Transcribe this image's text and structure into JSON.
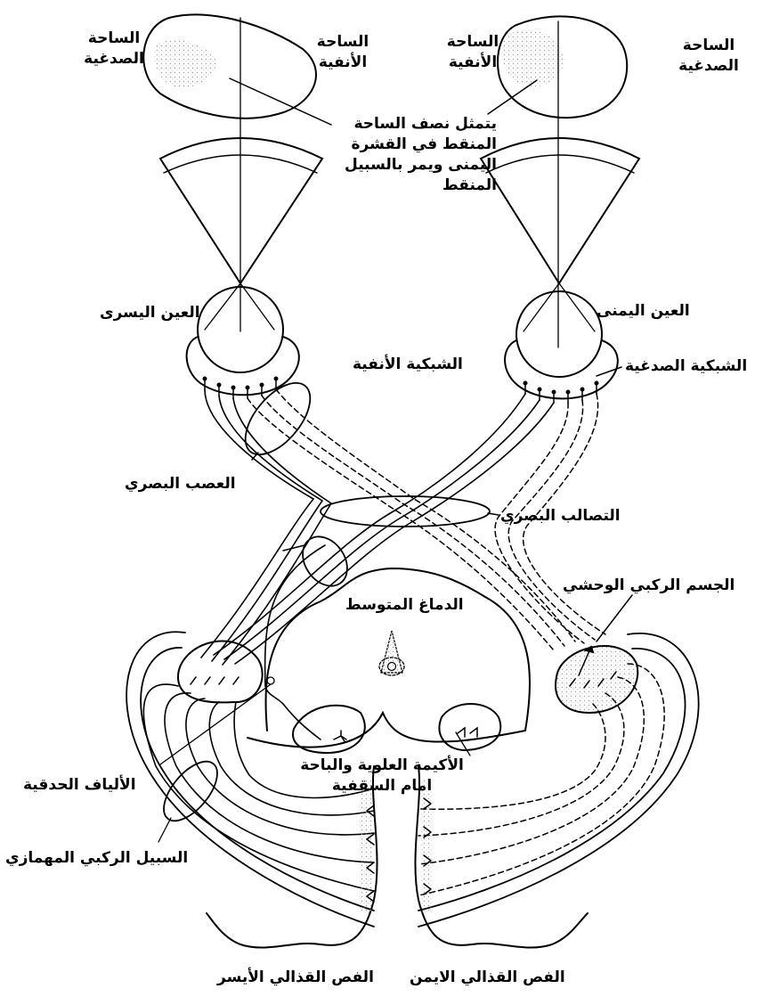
{
  "labels": {
    "left_field_temporal": [
      "الساحة",
      "الصدغية"
    ],
    "left_field_nasal": [
      "الساحة",
      "الأنفية"
    ],
    "right_field_nasal": [
      "الساحة",
      "الأنفية"
    ],
    "right_field_temporal": [
      "الساحة",
      "الصدغية"
    ],
    "dotted_note": [
      "يتمثل نصف الساحة",
      "المنقط في القشرة",
      "اليمنى ويمر بالسبيل",
      "المنقط"
    ],
    "left_eye": "العين اليسرى",
    "right_eye": "العين اليمنى",
    "nasal_retina": "الشبكية الأنفية",
    "temporal_retina": "الشبكية الصدغية",
    "optic_nerve": "العصب البصري",
    "optic_chiasm": "التصالب البصري",
    "lateral_geniculate": "الجسم الركبي الوحشي",
    "midbrain": "الدماغ المتوسط",
    "superior_colliculus": [
      "الأكيمة العلوية والباحة",
      "امام السقفية"
    ],
    "pupillary_fibers": "الألياف الحدقية",
    "geniculocalcarine_tract": "السبيل الركبي المهمازي",
    "left_occipital_lobe": "الفص القذالي الأيسر",
    "right_occipital_lobe": "الفص القذالي الايمن"
  },
  "colors": {
    "ink": "#000000",
    "stipple": "#c8c8c8",
    "background": "#ffffff"
  }
}
